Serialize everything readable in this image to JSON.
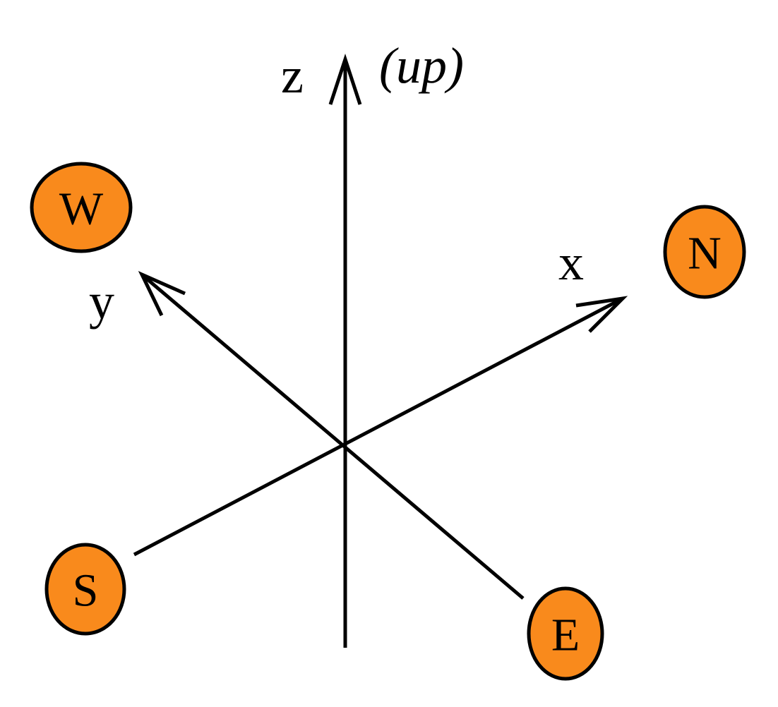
{
  "axes": {
    "z": {
      "label": "z",
      "note": "(up)"
    },
    "x": {
      "label": "x"
    },
    "y": {
      "label": "y"
    }
  },
  "directions": {
    "north": "N",
    "south": "S",
    "east": "E",
    "west": "W"
  },
  "colors": {
    "badge_fill": "#F98A1C",
    "line": "#000000",
    "text": "#000000",
    "background": "#FFFFFF"
  }
}
